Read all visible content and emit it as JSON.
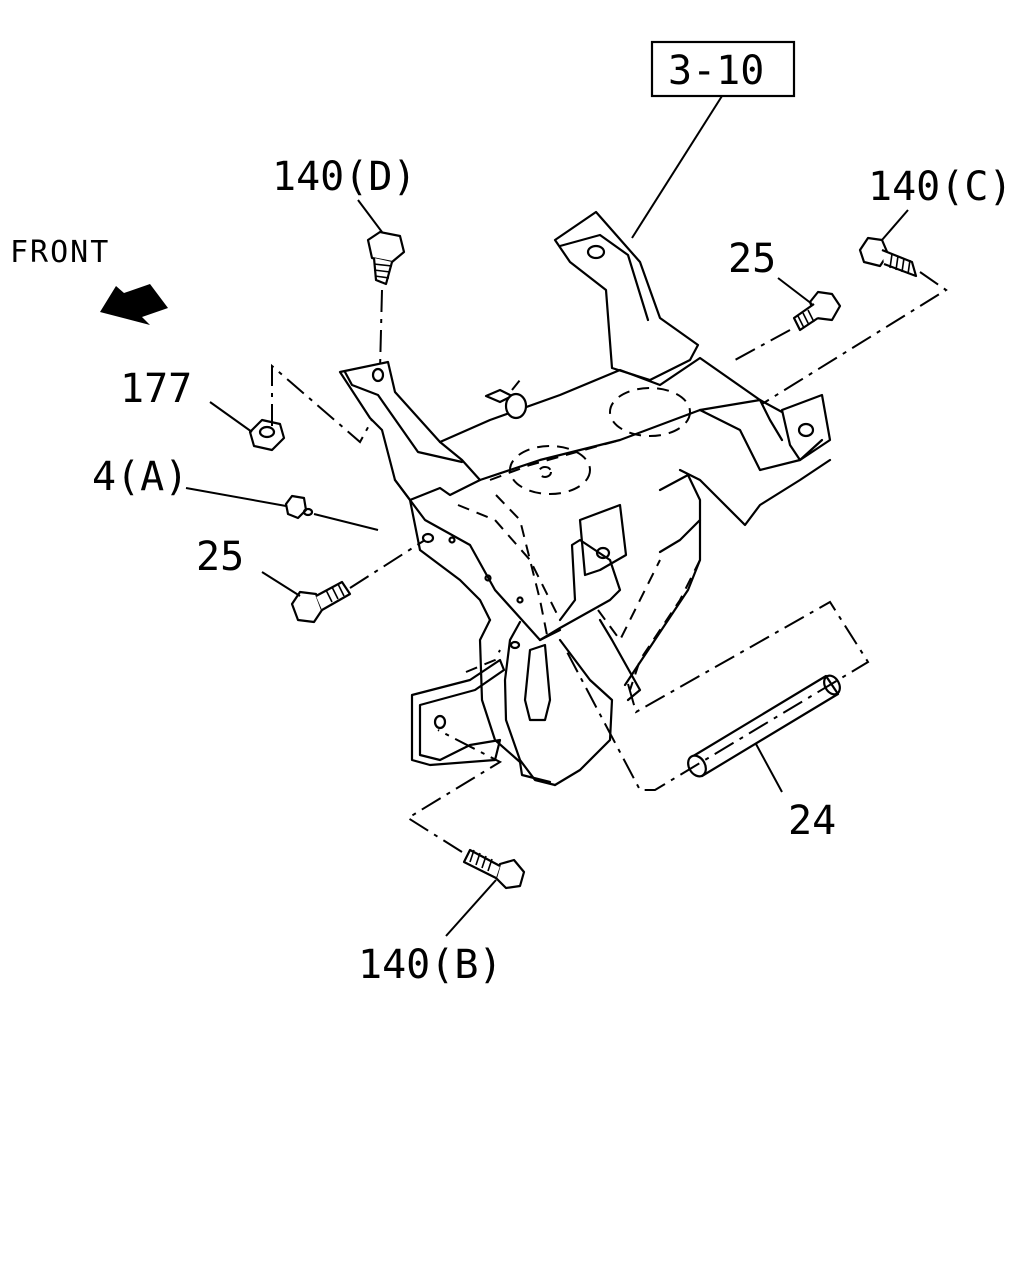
{
  "diagram": {
    "direction_label": "FRONT",
    "direction_icon": "arrow-upleft-icon",
    "ref_box_label": "3-10",
    "callouts": {
      "bolt_140d": "140(D)",
      "bolt_140c": "140(C)",
      "bolt_140b": "140(B)",
      "bolt_25_top": "25",
      "bolt_25_left": "25",
      "nut_177": "177",
      "clip_4a": "4(A)",
      "pin_24": "24"
    },
    "colors": {
      "line": "#000000",
      "background": "#ffffff"
    }
  }
}
